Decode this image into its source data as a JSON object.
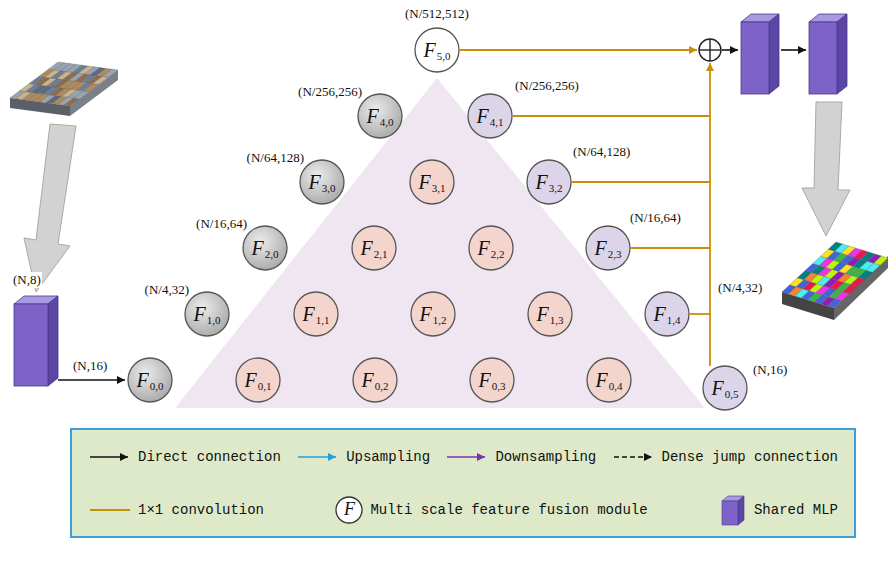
{
  "diagram": {
    "nodes": [
      {
        "text": [
          "F",
          "0,0"
        ]
      },
      {
        "text": [
          "F",
          "1,0"
        ]
      },
      {
        "text": [
          "F",
          "2,0"
        ]
      },
      {
        "text": [
          "F",
          "3,0"
        ]
      },
      {
        "text": [
          "F",
          "4,0"
        ]
      },
      {
        "text": [
          "F",
          "5,0"
        ]
      },
      {
        "text": [
          "F",
          "0,1"
        ]
      },
      {
        "text": [
          "F",
          "1,1"
        ]
      },
      {
        "text": [
          "F",
          "2,1"
        ]
      },
      {
        "text": [
          "F",
          "3,1"
        ]
      },
      {
        "text": [
          "F",
          "4,1"
        ]
      },
      {
        "text": [
          "F",
          "0,2"
        ]
      },
      {
        "text": [
          "F",
          "1,2"
        ]
      },
      {
        "text": [
          "F",
          "2,2"
        ]
      },
      {
        "text": [
          "F",
          "3,2"
        ]
      },
      {
        "text": [
          "F",
          "0,3"
        ]
      },
      {
        "text": [
          "F",
          "1,3"
        ]
      },
      {
        "text": [
          "F",
          "2,3"
        ]
      },
      {
        "text": [
          "F",
          "0,4"
        ]
      },
      {
        "text": [
          "F",
          "1,4"
        ]
      },
      {
        "text": [
          "F",
          "0,5"
        ]
      }
    ],
    "edges": [
      {
        "from": 0,
        "to": 1,
        "arrow": "to"
      },
      {
        "from": 1,
        "to": 2,
        "arrow": "to"
      },
      {
        "from": 2,
        "to": 3,
        "arrow": "to"
      },
      {
        "from": 3,
        "to": 4,
        "arrow": "to"
      },
      {
        "from": 4,
        "to": 5,
        "arrow": "to"
      },
      {
        "from": 1,
        "to": 6,
        "arrow": "to"
      },
      {
        "from": 2,
        "to": 7,
        "arrow": "to"
      },
      {
        "from": 3,
        "to": 8,
        "arrow": "to"
      },
      {
        "from": 4,
        "to": 9,
        "arrow": "to"
      },
      {
        "from": 5,
        "to": 10,
        "arrow": "to"
      },
      {
        "from": 7,
        "to": 11,
        "arrow": "to"
      },
      {
        "from": 8,
        "to": 12,
        "arrow": "to"
      },
      {
        "from": 9,
        "to": 13,
        "arrow": "to"
      },
      {
        "from": 10,
        "to": 14,
        "arrow": "to"
      },
      {
        "from": 12,
        "to": 15,
        "arrow": "to"
      },
      {
        "from": 13,
        "to": 16,
        "arrow": "to"
      },
      {
        "from": 14,
        "to": 17,
        "arrow": "to"
      },
      {
        "from": 16,
        "to": 18,
        "arrow": "to"
      },
      {
        "from": 17,
        "to": 19,
        "arrow": "to"
      },
      {
        "from": 19,
        "to": 20,
        "arrow": "to"
      },
      {
        "from": 0,
        "to": 6,
        "arrow": "to"
      },
      {
        "from": 0,
        "to": 11,
        "arrow": "to"
      },
      {
        "from": 0,
        "to": 15,
        "arrow": "to"
      },
      {
        "from": 0,
        "to": 18,
        "arrow": "to"
      },
      {
        "from": 0,
        "to": 20,
        "arrow": "to"
      },
      {
        "from": 6,
        "to": 11,
        "arrow": "to"
      },
      {
        "from": 6,
        "to": 15,
        "arrow": "to"
      },
      {
        "from": 6,
        "to": 18,
        "arrow": "to"
      },
      {
        "from": 6,
        "to": 20,
        "arrow": "to"
      },
      {
        "from": 11,
        "to": 15,
        "arrow": "to"
      },
      {
        "from": 11,
        "to": 18,
        "arrow": "to"
      },
      {
        "from": 11,
        "to": 20,
        "arrow": "to"
      },
      {
        "from": 15,
        "to": 18,
        "arrow": "to"
      },
      {
        "from": 15,
        "to": 20,
        "arrow": "to"
      },
      {
        "from": 18,
        "to": 20,
        "arrow": "to"
      },
      {
        "from": 1,
        "to": 7,
        "arrow": "to"
      },
      {
        "from": 1,
        "to": 12,
        "arrow": "to"
      },
      {
        "from": 1,
        "to": 16,
        "arrow": "to"
      },
      {
        "from": 1,
        "to": 19,
        "arrow": "to"
      },
      {
        "from": 7,
        "to": 12,
        "arrow": "to"
      },
      {
        "from": 7,
        "to": 16,
        "arrow": "to"
      },
      {
        "from": 7,
        "to": 19,
        "arrow": "to"
      },
      {
        "from": 12,
        "to": 16,
        "arrow": "to"
      },
      {
        "from": 12,
        "to": 19,
        "arrow": "to"
      },
      {
        "from": 16,
        "to": 19,
        "arrow": "to"
      },
      {
        "from": 2,
        "to": 8,
        "arrow": "to"
      },
      {
        "from": 2,
        "to": 13,
        "arrow": "to"
      },
      {
        "from": 2,
        "to": 17,
        "arrow": "to"
      },
      {
        "from": 8,
        "to": 13,
        "arrow": "to"
      },
      {
        "from": 8,
        "to": 17,
        "arrow": "to"
      },
      {
        "from": 13,
        "to": 17,
        "arrow": "to"
      },
      {
        "from": 3,
        "to": 9,
        "arrow": "to"
      },
      {
        "from": 3,
        "to": 14,
        "arrow": "to"
      },
      {
        "from": 9,
        "to": 14,
        "arrow": "to"
      },
      {
        "from": 4,
        "to": 10,
        "arrow": "to"
      }
    ],
    "labels": [
      "(N,8)",
      "(N,16)",
      "(N/4,32)",
      "(N/16,64)",
      "(N/64,128)",
      "(N/256,256)",
      "(N/512,512)",
      "(N/256,256)",
      "(N/64,128)",
      "(N/16,64)",
      "(N/4,32)",
      "(N,16)",
      "F"
    ],
    "legend": [
      {
        "text": "Direct connection"
      },
      {
        "text": "Upsampling"
      },
      {
        "text": "Downsampling"
      },
      {
        "text": "Dense jump connection"
      },
      {
        "text": "1×1 convolution"
      },
      {
        "text": "Multi scale feature fusion module"
      },
      {
        "text": "Shared MLP"
      }
    ]
  }
}
